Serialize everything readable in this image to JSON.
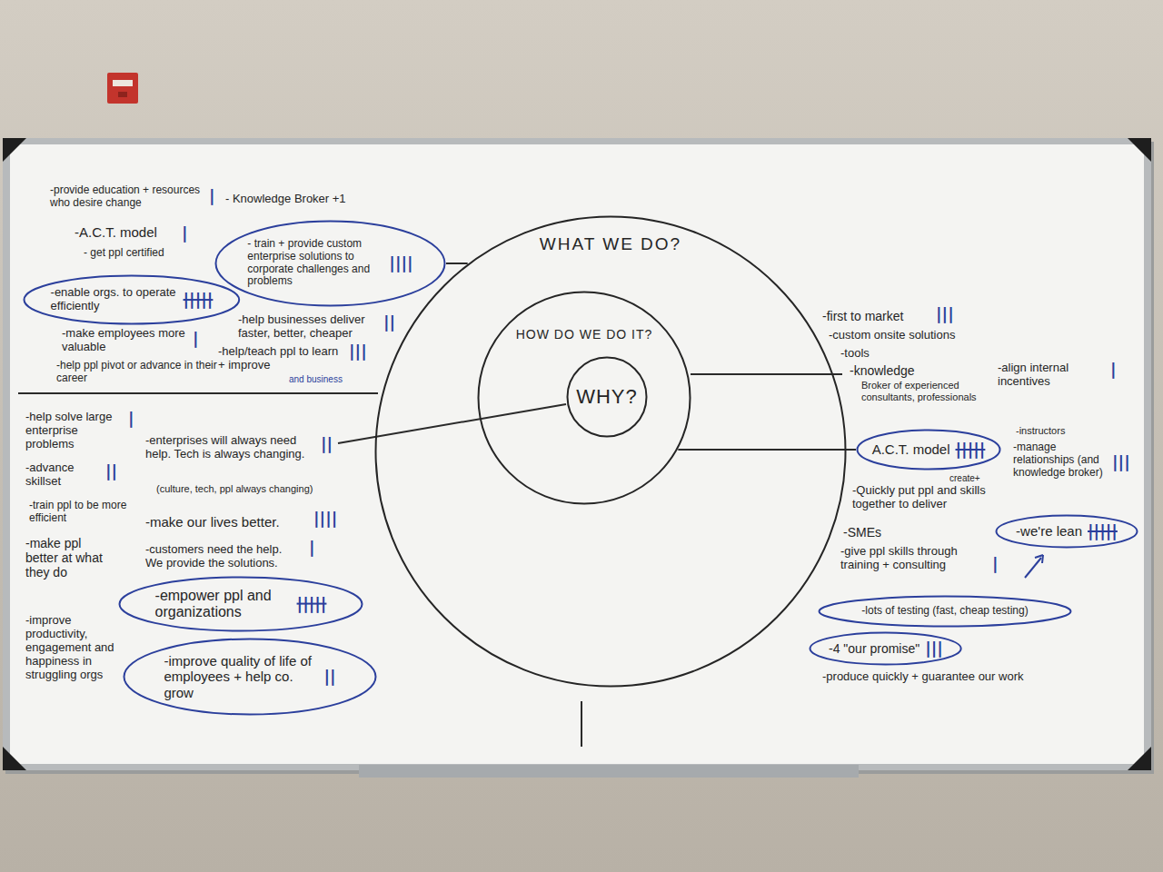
{
  "diagram": {
    "nodes": [
      {
        "text": [
          "WHAT WE DO?"
        ]
      },
      {
        "text": [
          "HOW DO WE DO IT?"
        ],
        "in": 0
      },
      {
        "text": [
          "WHY?"
        ],
        "in": 1
      },
      {
        "text": [
          "- train + provide custom enterprise solutions to corporate challenges and problems",
          "||||"
        ]
      },
      {
        "text": [
          "-enable orgs. to operate efficiently",
          "|||||"
        ]
      },
      {
        "text": [
          "A.C.T. model",
          "|||||"
        ]
      },
      {
        "text": [
          "-we're lean",
          "|||||"
        ]
      },
      {
        "text": [
          "-empower ppl and organizations",
          "|||||"
        ]
      },
      {
        "text": [
          "-lots of testing (fast, cheap testing)"
        ]
      },
      {
        "text": [
          "-4 \"our promise\"",
          "|||"
        ]
      },
      {
        "text": [
          "-improve quality of life of employees + help co. grow",
          "||"
        ]
      }
    ],
    "edges": [
      {
        "from": 3,
        "to": 0,
        "arrow": "none"
      },
      {
        "from": 5,
        "to": 1,
        "arrow": "none"
      }
    ],
    "labels": [
      "-provide education + resources who desire change",
      "|",
      "- Knowledge Broker +1",
      "-A.C.T. model",
      "|",
      "- get ppl certified",
      "-help businesses deliver faster, better, cheaper",
      "||",
      "-make employees more valuable",
      "|",
      "-help/teach ppl to learn + improve",
      "|||",
      "and business",
      "-help ppl pivot or advance in their career",
      "-help solve large enterprise problems",
      "|",
      "-enterprises will always need help. Tech is always changing.",
      "||",
      "(culture, tech, ppl always changing)",
      "-advance skillset",
      "||",
      "-train ppl to be more efficient",
      "-make our lives better.",
      "||||",
      "-make ppl better at what they do",
      "-customers need the help. We provide the solutions.",
      "|",
      "-improve productivity, engagement and happiness in struggling orgs",
      "-first to market",
      "|||",
      "-custom onsite solutions",
      "-tools",
      "-knowledge",
      "Broker of experienced consultants, professionals",
      "-align internal incentives",
      "|",
      "create+",
      "-Quickly put ppl and skills together to deliver",
      "-instructors",
      "-manage relationships (and knowledge broker)",
      "|||",
      "-SMEs",
      "-give ppl skills through training + consulting",
      "|",
      "-produce quickly + guarantee our work"
    ]
  }
}
